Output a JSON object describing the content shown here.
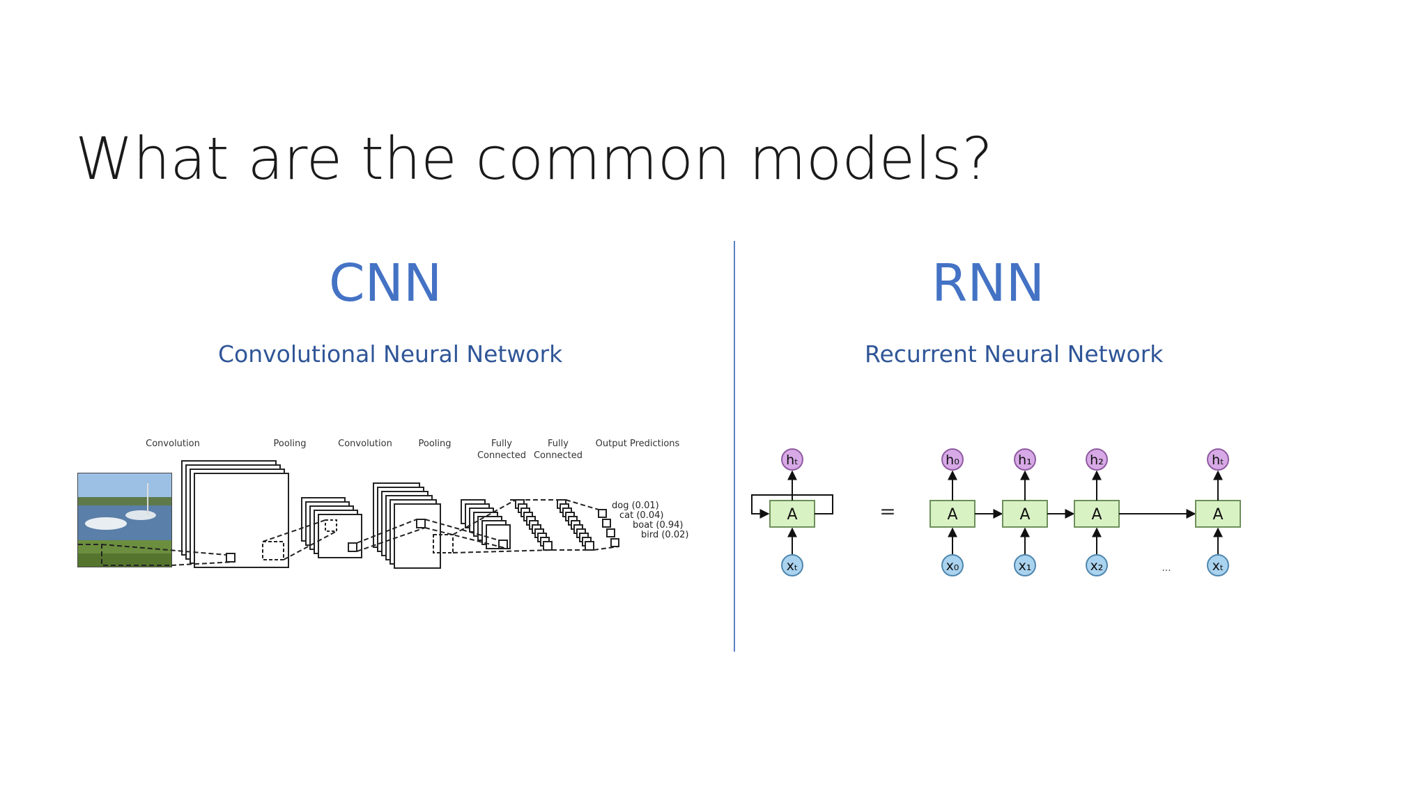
{
  "slide": {
    "title": "What are the common models?"
  },
  "cnn": {
    "heading": "CNN",
    "subheading": "Convolutional Neural Network",
    "stage_labels": [
      {
        "line1": "Convolution",
        "line2": ""
      },
      {
        "line1": "Pooling",
        "line2": ""
      },
      {
        "line1": "Convolution",
        "line2": ""
      },
      {
        "line1": "Pooling",
        "line2": ""
      },
      {
        "line1": "Fully",
        "line2": "Connected"
      },
      {
        "line1": "Fully",
        "line2": "Connected"
      },
      {
        "line1": "Output Predictions",
        "line2": ""
      }
    ],
    "predictions": [
      "dog (0.01)",
      "cat (0.04)",
      "boat (0.94)",
      "bird (0.02)"
    ]
  },
  "rnn": {
    "heading": "RNN",
    "subheading": "Recurrent Neural Network",
    "cell_label": "A",
    "equals": "=",
    "ellipsis": "...",
    "rolled": {
      "output": "hₜ",
      "input": "xₜ"
    },
    "unrolled": [
      {
        "output": "h₀",
        "input": "x₀"
      },
      {
        "output": "h₁",
        "input": "x₁"
      },
      {
        "output": "h₂",
        "input": "x₂"
      },
      {
        "output": "hₜ",
        "input": "xₜ"
      }
    ],
    "colors": {
      "cell_fill": "#d9f2c4",
      "cell_stroke": "#6d8f5a",
      "output_fill": "#d7a9e6",
      "output_stroke": "#8e5aa0",
      "input_fill": "#a9d3ef",
      "input_stroke": "#4f86ad"
    }
  },
  "colors": {
    "heading": "#4472c4",
    "subheading": "#2f5597",
    "divider": "#5b7fc4",
    "title": "#1a1a1a"
  }
}
